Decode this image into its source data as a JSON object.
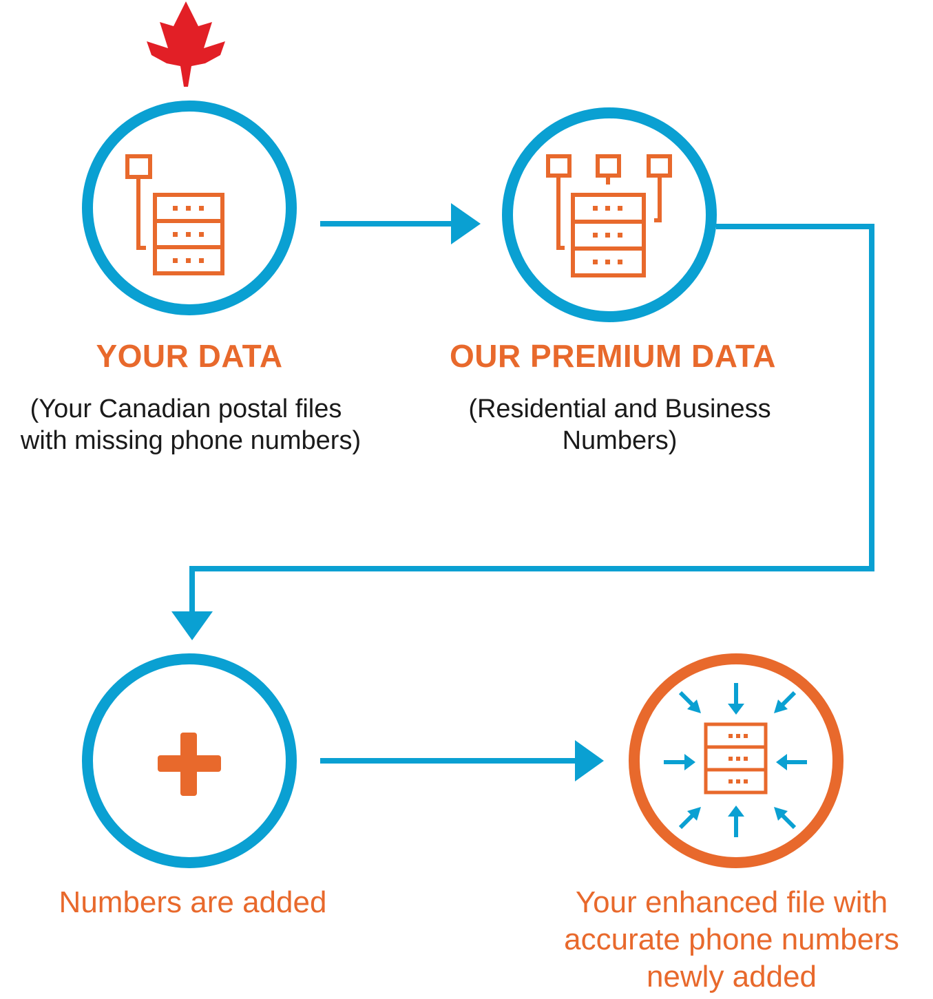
{
  "colors": {
    "blue": "#0aa0d2",
    "orange": "#e8692c",
    "red": "#e21f26",
    "text": "#1a1a1a"
  },
  "icons": {
    "flag": "canadian-maple-leaf",
    "your_data": "server-with-single-node",
    "premium_data": "server-with-three-nodes",
    "add": "plus",
    "enhanced": "server-with-converging-arrows"
  },
  "steps": [
    {
      "title": "YOUR DATA",
      "subtitle": [
        "(Your Canadian postal files",
        "with missing phone numbers)"
      ]
    },
    {
      "title": "OUR PREMIUM DATA",
      "subtitle": [
        "(Residential and Business",
        "Numbers)"
      ]
    },
    {
      "caption": [
        "Numbers are added"
      ]
    },
    {
      "caption": [
        "Your enhanced file with",
        "accurate phone numbers",
        "newly added"
      ]
    }
  ]
}
